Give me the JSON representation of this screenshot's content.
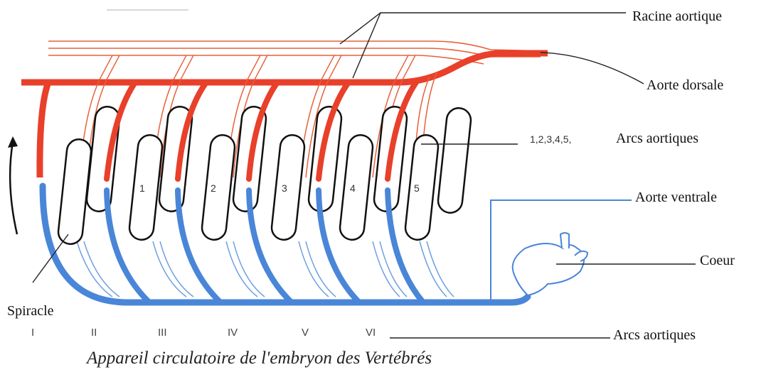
{
  "labels": {
    "racine_aortique": "Racine aortique",
    "aorte_dorsale": "Aorte dorsale",
    "arcs_numbers": "1,2,3,4,5,",
    "arcs_aortiques_top": "Arcs aortiques",
    "aorte_ventrale": "Aorte ventrale",
    "coeur": "Coeur",
    "spiracle": "Spiracle",
    "arcs_aortiques_bottom": "Arcs aortiques"
  },
  "gill_slit_numbers": [
    "1",
    "2",
    "3",
    "4",
    "5"
  ],
  "arch_numerals": [
    "I",
    "II",
    "III",
    "IV",
    "V",
    "VI"
  ],
  "caption": "Appareil circulatoire de l'embryon des Vertébrés",
  "colors": {
    "arterial": "#e8402a",
    "venous": "#4a86d8",
    "arterial_thin": "#e8603a",
    "venous_thin": "#6d9fe0",
    "outline": "#111111"
  }
}
